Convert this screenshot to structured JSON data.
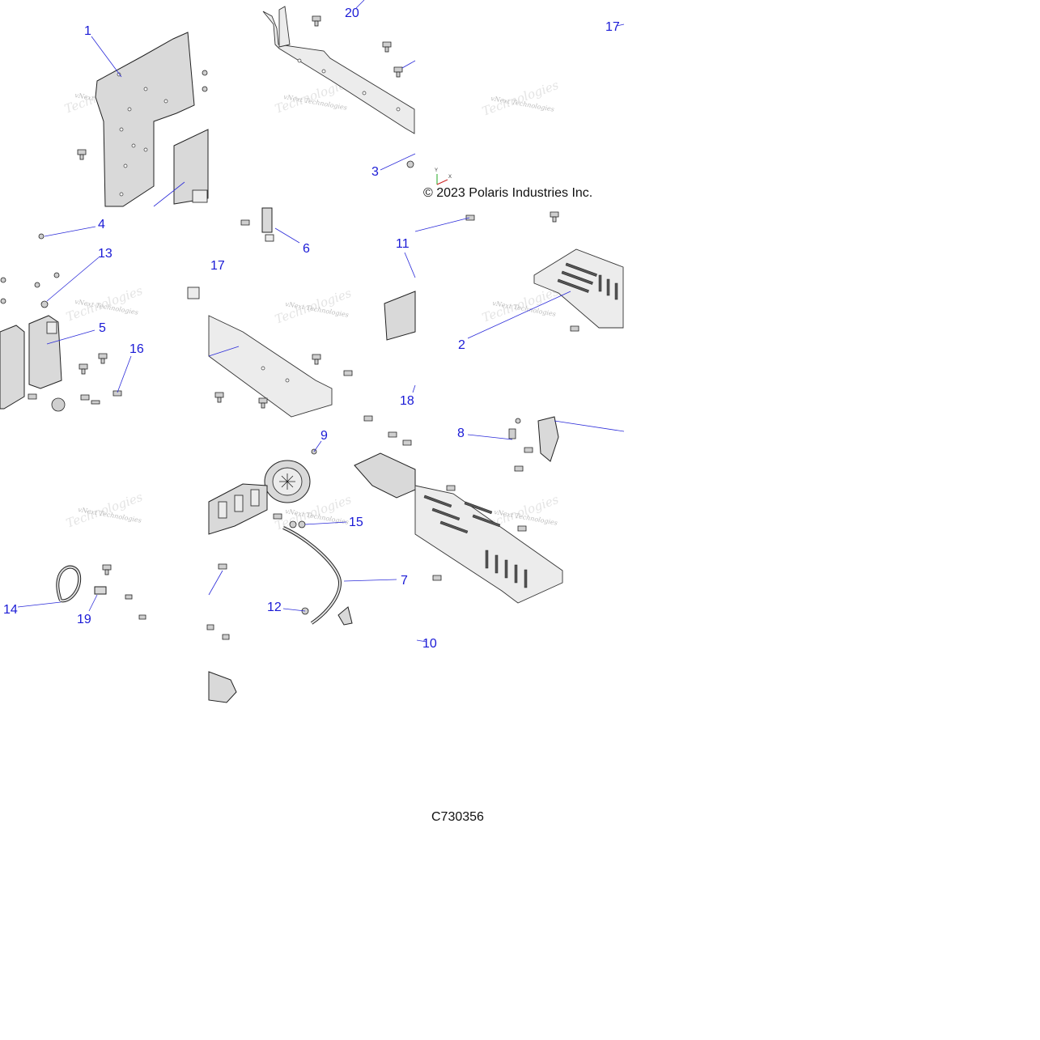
{
  "copyright": "© 2023 Polaris Industries Inc.",
  "drawing_number": "C730356",
  "watermark": "vNext Technologies",
  "axis_labels": {
    "y": "Y",
    "x": "X"
  },
  "callouts": [
    "1",
    "2",
    "3",
    "4",
    "5",
    "6",
    "7",
    "8",
    "9",
    "10",
    "11",
    "12",
    "13",
    "14",
    "15",
    "16",
    "17",
    "17",
    "18",
    "19",
    "20"
  ],
  "colors": {
    "callout": "#1a1ad6",
    "leader": "#2b2bd9",
    "part_fill": "#d9d9d9",
    "outline": "#222222"
  }
}
